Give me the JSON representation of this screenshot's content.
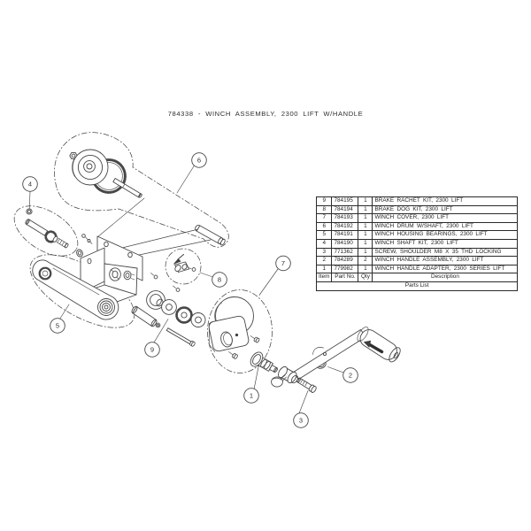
{
  "title": "784338 - WINCH ASSEMBLY, 2300 LIFT W/HANDLE",
  "parts_table": {
    "headers": {
      "item": "Item",
      "part_no": "Part No.",
      "qty": "Qty",
      "description": "Description"
    },
    "footer": "Parts List",
    "rows": [
      {
        "item": "9",
        "part_no": "784195",
        "qty": "1",
        "description": "BRAKE RACHET KIT, 2300 LIFT"
      },
      {
        "item": "8",
        "part_no": "784194",
        "qty": "1",
        "description": "BRAKE DOG KIT, 2300 LIFT"
      },
      {
        "item": "7",
        "part_no": "784193",
        "qty": "1",
        "description": "WINCH COVER, 2300 LIFT"
      },
      {
        "item": "6",
        "part_no": "784192",
        "qty": "1",
        "description": "WINCH DRUM W/SHAFT, 2300 LIFT"
      },
      {
        "item": "5",
        "part_no": "784191",
        "qty": "1",
        "description": "WINCH HOUSING BEARINGS, 2300 LIFT"
      },
      {
        "item": "4",
        "part_no": "784190",
        "qty": "1",
        "description": "WINCH SHAFT KIT, 2300 LIFT"
      },
      {
        "item": "3",
        "part_no": "771362",
        "qty": "1",
        "description": "SCREW, SHOULDER M8 X 35 THD LOCKING"
      },
      {
        "item": "2",
        "part_no": "784289",
        "qty": "2",
        "description": "WINCH HANDLE ASSEMBLY, 2300 LIFT"
      },
      {
        "item": "1",
        "part_no": "779982",
        "qty": "1",
        "description": "WINCH HANDLE ADAPTER, 2300 SERIES LIFT"
      }
    ]
  },
  "callouts": [
    "1",
    "2",
    "3",
    "4",
    "5",
    "6",
    "7",
    "8",
    "9"
  ],
  "colors": {
    "background": "#ffffff",
    "line": "#474747",
    "text": "#1f1f1f",
    "table_border": "#2a2a2a"
  }
}
